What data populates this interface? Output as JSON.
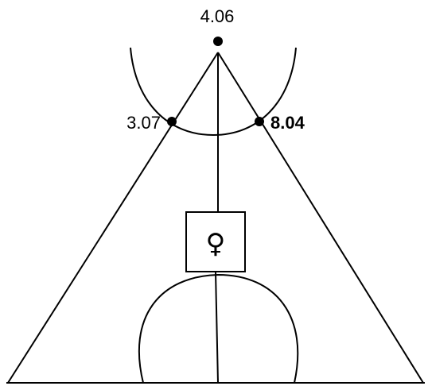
{
  "points": {
    "apex": {
      "label": "4.06"
    },
    "left": {
      "label": "3.07"
    },
    "right": {
      "label": "8.04"
    }
  },
  "center_box": {
    "symbol": "♀",
    "symbol_name": "female-symbol"
  }
}
